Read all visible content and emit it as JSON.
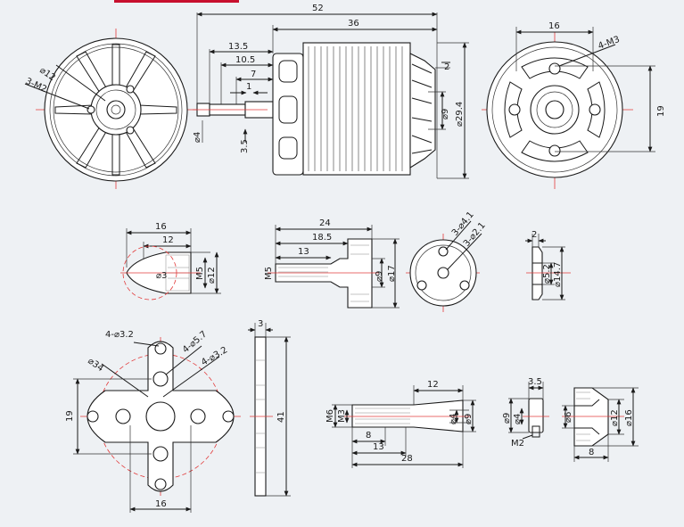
{
  "dims": {
    "front_d12": "⌀12",
    "front_3m2": "3-M2",
    "side_52": "52",
    "side_36": "36",
    "side_13_5": "13.5",
    "side_10_5": "10.5",
    "side_7": "7",
    "side_1": "1",
    "side_3_5": "3.5",
    "side_d4": "⌀4",
    "side_2": "2",
    "side_d9": "⌀9",
    "side_d29_4": "⌀29.4",
    "back_16": "16",
    "back_4m3": "4-M3",
    "back_19": "19",
    "nut_16": "16",
    "nut_12": "12",
    "nut_d3": "⌀3",
    "nut_m5": "M5",
    "nut_d12": "⌀12",
    "adp_24": "24",
    "adp_18_5": "18.5",
    "adp_13": "13",
    "adp_m5": "M5",
    "adp_d9": "⌀9",
    "adp_d17": "⌀17",
    "hub_3d4_1": "3-⌀4.1",
    "hub_3d2_1": "3-⌀2.1",
    "ring_2": "2",
    "ring_d5_2": "⌀5.2",
    "ring_d14_7": "⌀14.7",
    "mount_4d3_2a": "4-⌀3.2",
    "mount_4d5_7": "4-⌀5.7",
    "mount_4d3_2b": "4-⌀3.2",
    "mount_d34": "⌀34",
    "mount_19": "19",
    "mount_16": "16",
    "mside_3": "3",
    "mside_41": "41",
    "shaft_12": "12",
    "shaft_m6": "M6",
    "shaft_m3": "M3",
    "shaft_d4": "⌀4",
    "shaft_d9": "⌀9",
    "shaft_8": "8",
    "shaft_13": "13",
    "shaft_28": "28",
    "col_3_5": "3.5",
    "col_d9": "⌀9",
    "col_d4": "⌀4",
    "col_m2": "M2",
    "bell_d6": "⌀6",
    "bell_d12": "⌀12",
    "bell_d16": "⌀16",
    "bell_8": "8"
  }
}
